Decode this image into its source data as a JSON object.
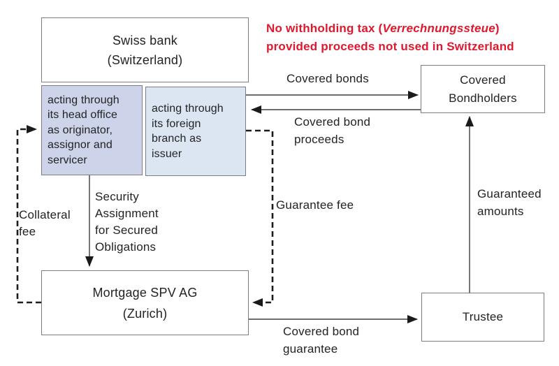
{
  "note": {
    "line1_prefix": "No withholding tax (",
    "line1_italic": "Verrechnungssteue",
    "line1_suffix": ")",
    "line2": "provided proceeds not used in Switzerland"
  },
  "nodes": {
    "swiss_bank": {
      "label": "Swiss bank\n(Switzerland)"
    },
    "head_office": {
      "label": "acting through\nits head office\nas originator,\nassignor and\nservicer"
    },
    "foreign_branch": {
      "label": "acting through\nits foreign\nbranch as\nissuer"
    },
    "covered_bondholders": {
      "label": "Covered\nBondholders"
    },
    "mortgage_spv": {
      "label": "Mortgage SPV AG\n(Zurich)"
    },
    "trustee": {
      "label": "Trustee"
    }
  },
  "edges": {
    "covered_bonds": {
      "label": "Covered bonds",
      "style": "solid",
      "from": "foreign_branch",
      "to": "covered_bondholders"
    },
    "covered_bond_proceeds": {
      "label": "Covered bond\nproceeds",
      "style": "solid",
      "from": "covered_bondholders",
      "to": "foreign_branch"
    },
    "security_assignment": {
      "label": "Security\nAssignment\nfor Secured\nObligations",
      "style": "solid",
      "from": "head_office",
      "to": "mortgage_spv"
    },
    "collateral_fee": {
      "label": "Collateral\nfee",
      "style": "dashed",
      "from": "mortgage_spv",
      "to": "head_office"
    },
    "guarantee_fee": {
      "label": "Guarantee fee",
      "style": "dashed",
      "from": "foreign_branch",
      "to": "mortgage_spv"
    },
    "guaranteed_amounts": {
      "label": "Guaranteed\namounts",
      "style": "solid",
      "from": "trustee",
      "to": "covered_bondholders"
    },
    "covered_bond_guarantee": {
      "label": "Covered bond\nguarantee",
      "style": "solid",
      "from": "mortgage_spv",
      "to": "trustee"
    }
  },
  "colors": {
    "note_red": "#e1182d",
    "head_office_fill": "#cdd3e9",
    "foreign_branch_fill": "#dce6f2",
    "box_border": "#7c7c84",
    "line_color": "#3d3d3d",
    "text_color": "#232323"
  }
}
